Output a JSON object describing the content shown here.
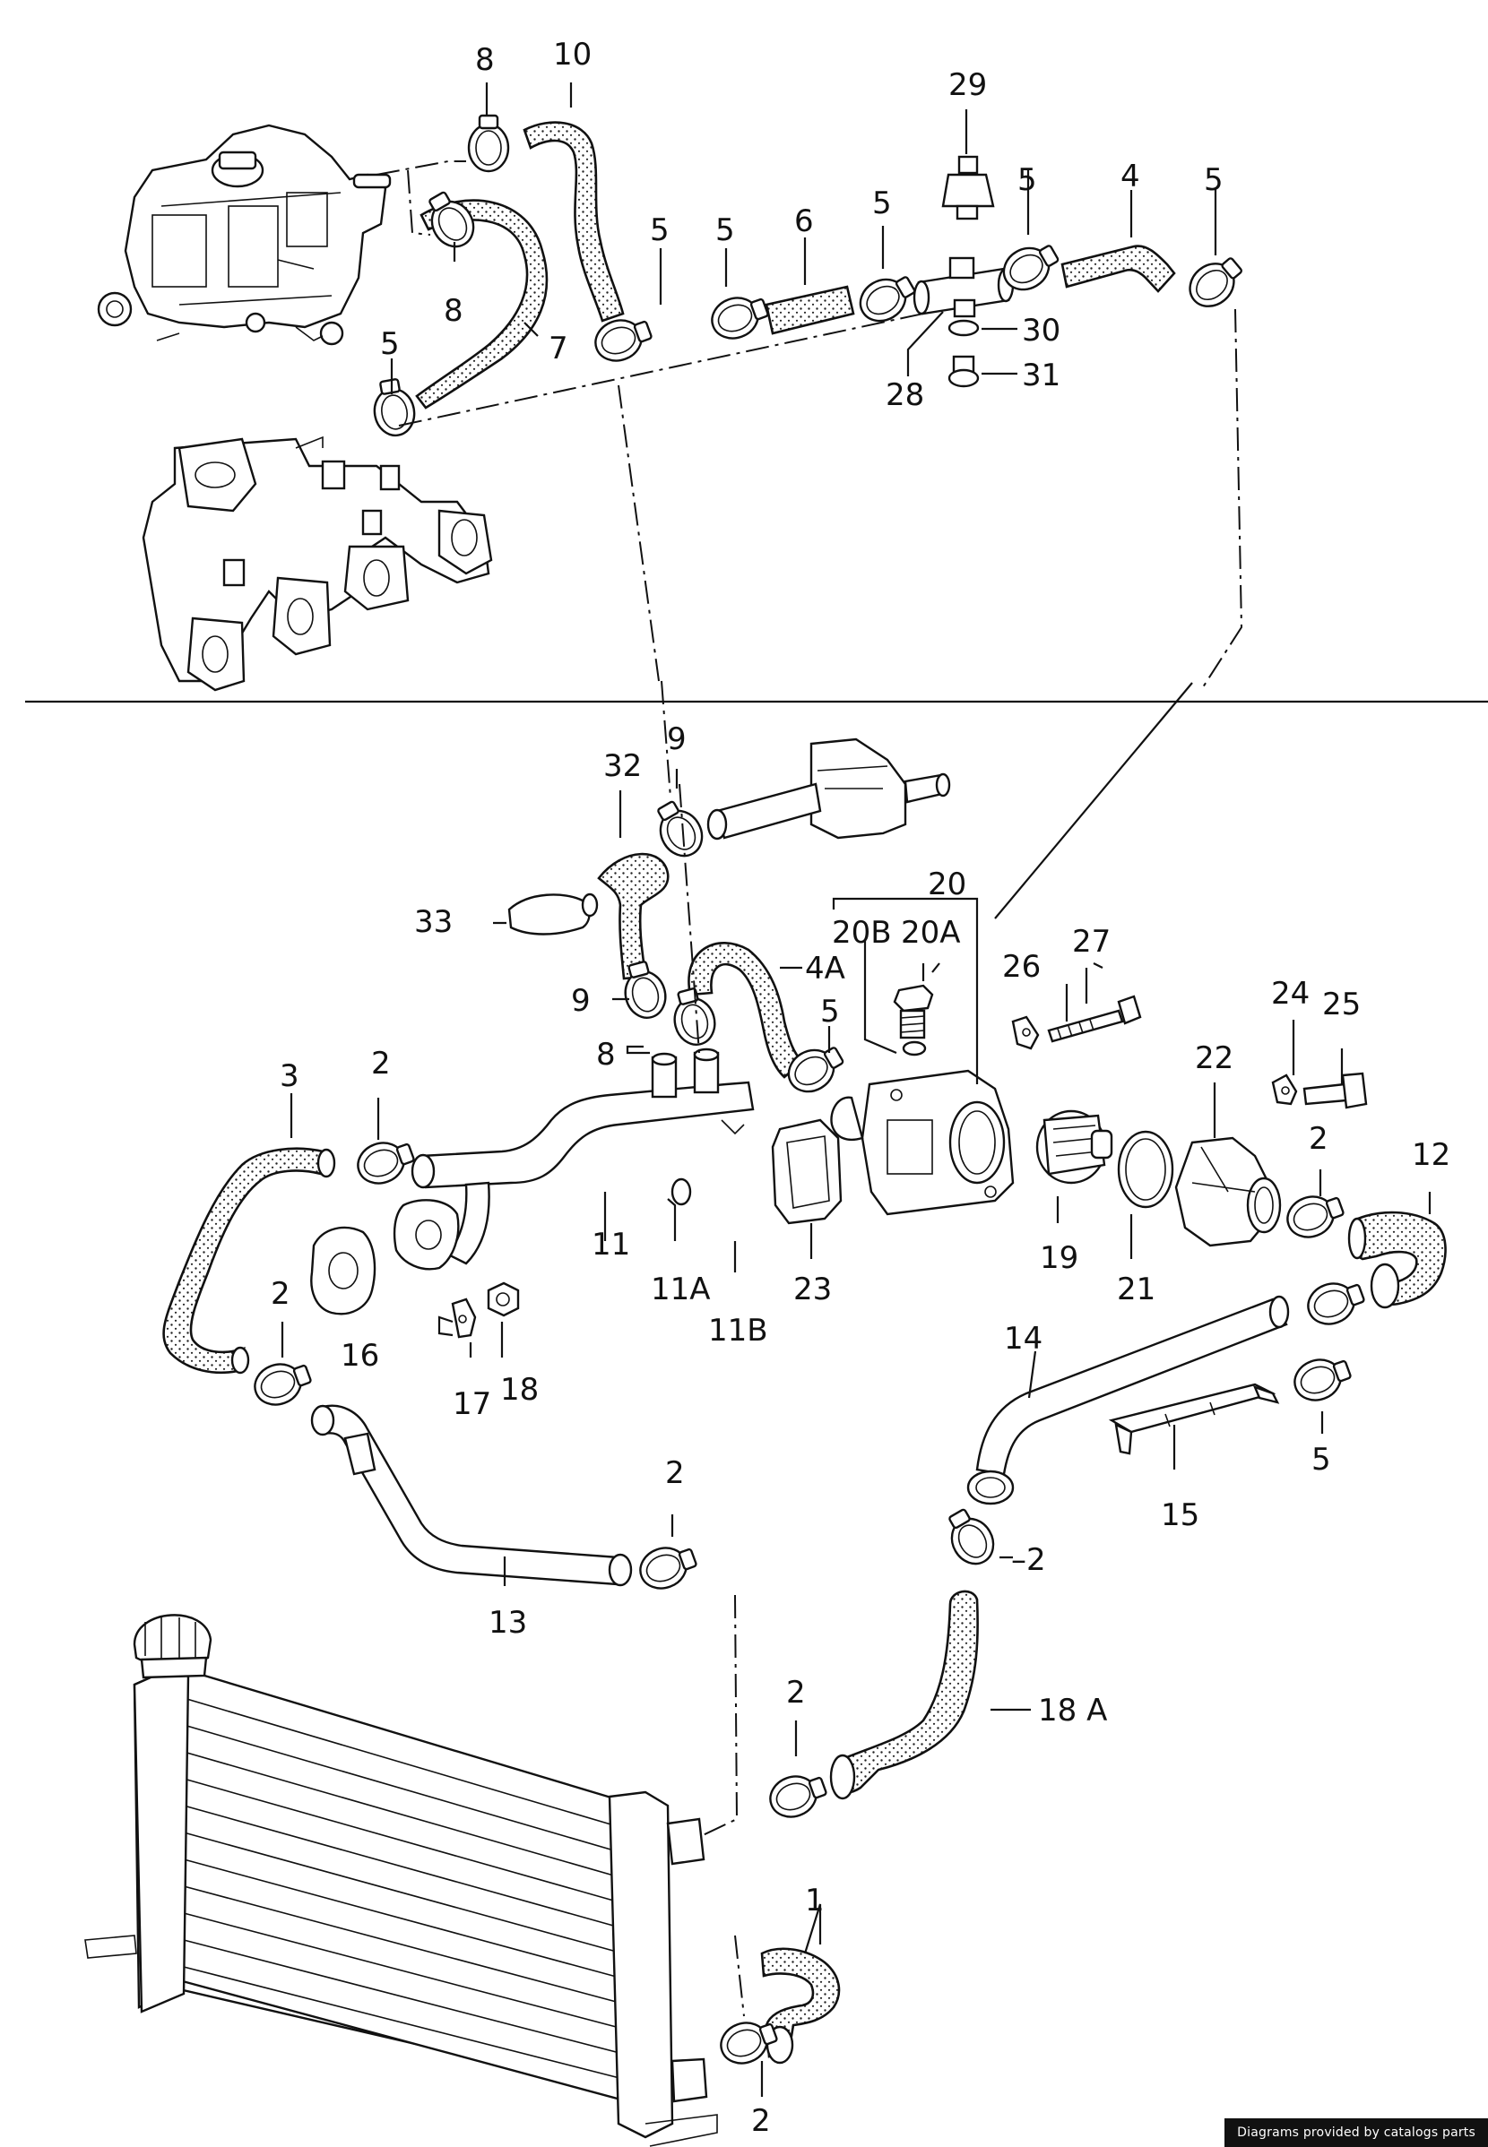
{
  "callouts": [
    {
      "id": "c8a",
      "text": "8"
    },
    {
      "id": "c10",
      "text": "10"
    },
    {
      "id": "c29",
      "text": "29"
    },
    {
      "id": "c5a",
      "text": "5"
    },
    {
      "id": "c4",
      "text": "4"
    },
    {
      "id": "c5b",
      "text": "5"
    },
    {
      "id": "c5c",
      "text": "5"
    },
    {
      "id": "c5d",
      "text": "5"
    },
    {
      "id": "c6",
      "text": "6"
    },
    {
      "id": "c5e",
      "text": "5"
    },
    {
      "id": "c8b",
      "text": "8"
    },
    {
      "id": "c7",
      "text": "7"
    },
    {
      "id": "c30",
      "text": "30"
    },
    {
      "id": "c31",
      "text": "31"
    },
    {
      "id": "c28",
      "text": "28"
    },
    {
      "id": "c5f",
      "text": "5"
    },
    {
      "id": "c32",
      "text": "32"
    },
    {
      "id": "c9a",
      "text": "9"
    },
    {
      "id": "c20",
      "text": "20"
    },
    {
      "id": "c20b",
      "text": "20B"
    },
    {
      "id": "c20a",
      "text": "20A"
    },
    {
      "id": "c33",
      "text": "33"
    },
    {
      "id": "c4a",
      "text": "4A"
    },
    {
      "id": "c26",
      "text": "26"
    },
    {
      "id": "c27",
      "text": "27"
    },
    {
      "id": "c9b",
      "text": "9"
    },
    {
      "id": "c5g",
      "text": "5"
    },
    {
      "id": "c24",
      "text": "24"
    },
    {
      "id": "c25",
      "text": "25"
    },
    {
      "id": "c8c",
      "text": "8"
    },
    {
      "id": "c22",
      "text": "22"
    },
    {
      "id": "c3",
      "text": "3"
    },
    {
      "id": "c2a",
      "text": "2"
    },
    {
      "id": "c2b",
      "text": "2"
    },
    {
      "id": "c12",
      "text": "12"
    },
    {
      "id": "c11",
      "text": "11"
    },
    {
      "id": "c11a",
      "text": "11A"
    },
    {
      "id": "c23",
      "text": "23"
    },
    {
      "id": "c19",
      "text": "19"
    },
    {
      "id": "c21",
      "text": "21"
    },
    {
      "id": "c11b",
      "text": "11B"
    },
    {
      "id": "c2c",
      "text": "2"
    },
    {
      "id": "c16",
      "text": "16"
    },
    {
      "id": "c17",
      "text": "17"
    },
    {
      "id": "c18",
      "text": "18"
    },
    {
      "id": "c14",
      "text": "14"
    },
    {
      "id": "c5h",
      "text": "5"
    },
    {
      "id": "c15",
      "text": "15"
    },
    {
      "id": "c2d",
      "text": "2"
    },
    {
      "id": "c2e",
      "text": "–2"
    },
    {
      "id": "c13",
      "text": "13"
    },
    {
      "id": "c18a",
      "text": "18 A"
    },
    {
      "id": "c2f",
      "text": "2"
    },
    {
      "id": "c1",
      "text": "1"
    },
    {
      "id": "c2g",
      "text": "2"
    }
  ],
  "credit": "Diagrams provided by catalogs parts"
}
